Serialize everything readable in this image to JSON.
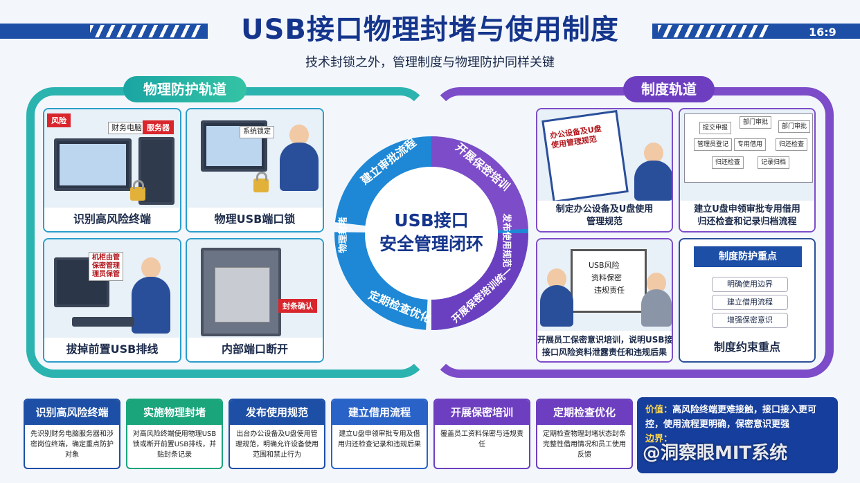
{
  "header": {
    "title": "USB接口物理封堵与使用制度",
    "ratio": "16:9",
    "subtitle": "技术封锁之外，管理制度与物理防护同样关键"
  },
  "tracks": {
    "physical_label": "物理防护轨道",
    "policy_label": "制度轨道"
  },
  "physical_panels": [
    {
      "caption": "识别高风险终端",
      "tag": "风险",
      "label_a": "财务电脑",
      "label_b": "服务器"
    },
    {
      "caption": "物理USB端口锁",
      "note": "系统锁定"
    },
    {
      "caption": "拔掉前置USB排线",
      "note": "机柜由管\n保密管理\n理员保管"
    },
    {
      "caption": "内部端口断开",
      "tag": "封条确认"
    }
  ],
  "policy_panels": [
    {
      "caption": "制定办公设备及U盘使用\n管理规范",
      "doc_title": "办公设备及U盘\n使用管理规范"
    },
    {
      "caption": "建立U盘申领审批专用借用\n归还检查和记录归档流程",
      "boxes": [
        "提交申报",
        "部门审批",
        "部门审批",
        "管理员登记",
        "专用借用",
        "归还检查",
        "归还检查",
        "记录归档"
      ]
    },
    {
      "caption": "开展员工保密意识培训，说明USB接\n接口风险资料泄露责任和违规后果",
      "board": [
        "USB风险",
        "资料保密",
        "违规责任"
      ]
    },
    {
      "caption": "制度约束重点",
      "heading": "制度防护重点",
      "items": [
        "明确使用边界",
        "建立借用流程",
        "增强保密意识"
      ]
    }
  ],
  "ring": {
    "center": "USB接口\n安全管理闭环",
    "segments": [
      "建立审批流程",
      "开展保密培训",
      "发布使用规范",
      "定期检查优化",
      "开展保密培训统一",
      "物理封堵"
    ]
  },
  "cards": [
    {
      "title": "识别高风险终端",
      "body": "先识别财务电脑服务器和涉密岗位终端，确定重点防护对象",
      "color": "#1d4fa6"
    },
    {
      "title": "实施物理封堵",
      "body": "对高风险终端使用物理USB锁或断开前置USB排线，并贴封条记录",
      "color": "#1aa57a"
    },
    {
      "title": "发布使用规范",
      "body": "出台办公设备及U盘使用管理规范，明确允许设备使用范围和禁止行为",
      "color": "#1d4fa6"
    },
    {
      "title": "建立借用流程",
      "body": "建立U盘申领审批专用及借用归还检查记录和违规后果",
      "color": "#2a63c8"
    },
    {
      "title": "开展保密培训",
      "body": "覆盖员工资料保密与违规责任",
      "color": "#6d3fc0"
    },
    {
      "title": "定期检查优化",
      "body": "定期检查物理封堵状态封条完整性借用情况和员工使用反馈",
      "color": "#6d3fc0"
    }
  ],
  "value_box": {
    "label": "价值：",
    "text": "高风险终端更难接触，接口接入更可控，使用流程更明确，保密意识更强",
    "label2": "边界："
  },
  "watermark": "@洞察眼MIT系统",
  "colors": {
    "teal": "#2bb3b0",
    "purple": "#7d4cc8",
    "navy": "#15358c"
  }
}
